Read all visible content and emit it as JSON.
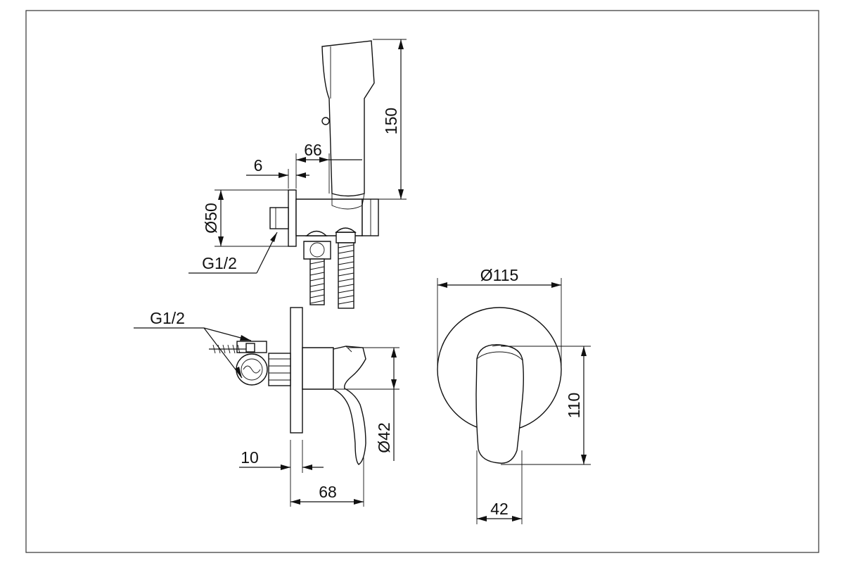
{
  "dimensions": {
    "handshower_length": "150",
    "bracket_offset": "66",
    "plate_thickness_top": "6",
    "flange_diameter_top": "Ø50",
    "thread_top": "G1/2",
    "thread_bottom": "G1/2",
    "plate_thickness_bottom": "10",
    "mixer_depth": "68",
    "lever_diameter": "Ø42",
    "rosette_diameter": "Ø115",
    "lever_height": "110",
    "lever_width": "42"
  }
}
